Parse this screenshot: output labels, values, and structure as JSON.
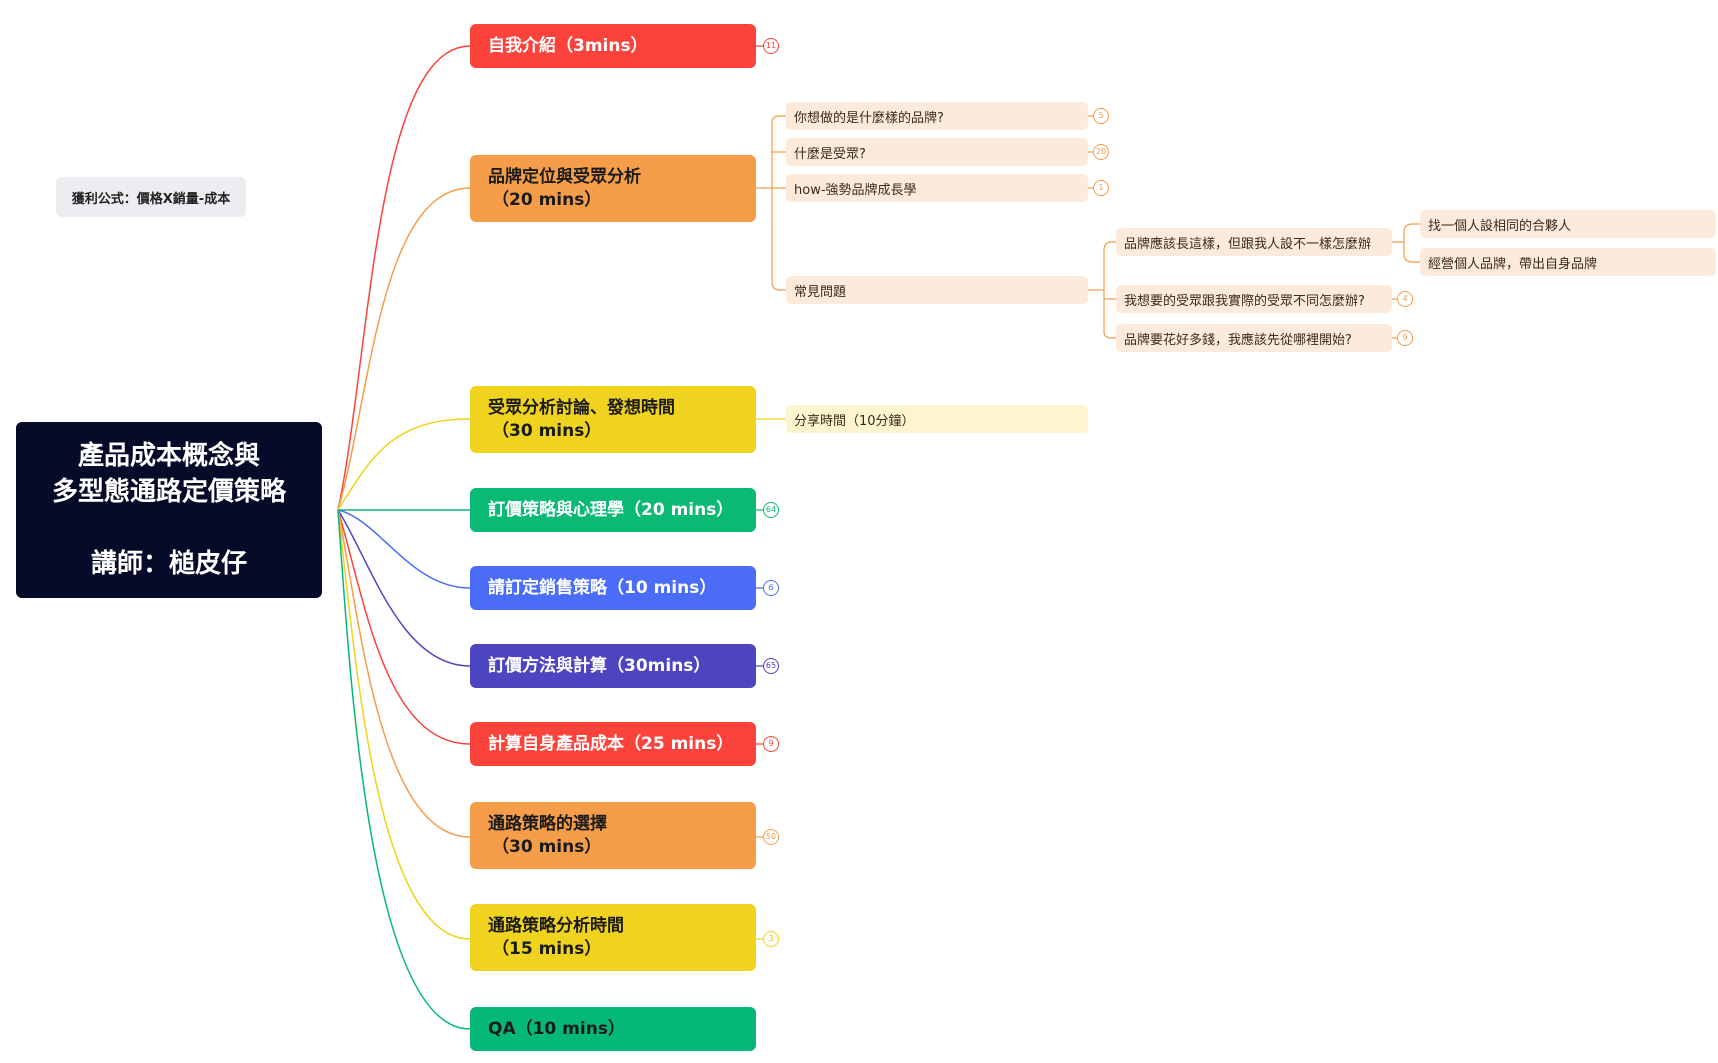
{
  "root": {
    "line1": "產品成本概念與",
    "line2": "多型態通路定價策略",
    "line3": "講師：槌皮仔"
  },
  "floating": {
    "formula": "獲利公式：價格X銷量-成本"
  },
  "topics": [
    {
      "line1": "自我介紹（3mins）",
      "line2": "",
      "color": "#fb433b",
      "badge": "11"
    },
    {
      "line1": "品牌定位與受眾分析",
      "line2": "（20 mins）",
      "color": "#f59d49",
      "badge": ""
    },
    {
      "line1": "受眾分析討論、發想時間",
      "line2": "（30 mins）",
      "color": "#f0d31f",
      "badge": ""
    },
    {
      "line1": "訂價策略與心理學（20 mins）",
      "line2": "",
      "color": "#0aba74",
      "badge": "64"
    },
    {
      "line1": "請訂定銷售策略（10 mins）",
      "line2": "",
      "color": "#4a6cf7",
      "badge": "6"
    },
    {
      "line1": "訂價方法與計算（30mins）",
      "line2": "",
      "color": "#4d44c0",
      "badge": "65"
    },
    {
      "line1": "計算自身產品成本（25 mins）",
      "line2": "",
      "color": "#fb433b",
      "badge": "9"
    },
    {
      "line1": "通路策略的選擇",
      "line2": "（30 mins）",
      "color": "#f59d49",
      "badge": "50"
    },
    {
      "line1": "通路策略分析時間",
      "line2": "（15 mins）",
      "color": "#f0d31f",
      "badge": "3"
    },
    {
      "line1": "QA（10 mins）",
      "line2": "",
      "color": "#06b877",
      "badge": ""
    }
  ],
  "branding": {
    "q1": {
      "text": "你想做的是什麼樣的品牌?",
      "badge": "5"
    },
    "q2": {
      "text": "什麼是受眾?",
      "badge": "20"
    },
    "q3": {
      "text": "how-強勢品牌成長學",
      "badge": "1"
    },
    "faq": {
      "text": "常見問題",
      "items": [
        {
          "text": "品牌應該長這樣，但跟我人設不一樣怎麼辦",
          "children": [
            "找一個人設相同的合夥人",
            "經營個人品牌，帶出自身品牌"
          ]
        },
        {
          "text": "我想要的受眾跟我實際的受眾不同怎麼辦?",
          "badge": "4"
        },
        {
          "text": "品牌要花好多錢，我應該先從哪裡開始?",
          "badge": "9"
        }
      ]
    }
  },
  "discussion": {
    "share": "分享時間（10分鐘）"
  },
  "colors": {
    "root_bg": "#060b2a",
    "peach_bg": "#fdeadb",
    "cream_bg": "#fdf5cf"
  }
}
